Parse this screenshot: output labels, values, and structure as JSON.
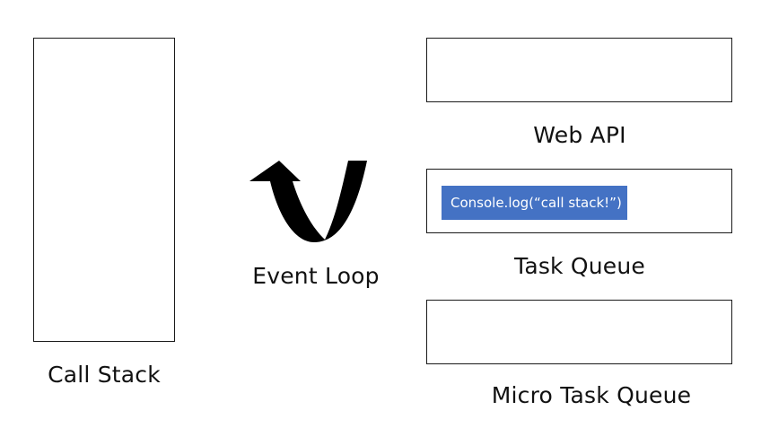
{
  "call_stack": {
    "label": "Call Stack"
  },
  "event_loop": {
    "label": "Event Loop",
    "arrow_icon": "curved-u-arrow-icon",
    "arrow_color": "#000000"
  },
  "web_api": {
    "label": "Web API"
  },
  "task_queue": {
    "label": "Task Queue",
    "item": "Console.log(“call stack!”)",
    "item_color": "#4472c4"
  },
  "micro_task_queue": {
    "label": "Micro Task Queue"
  }
}
